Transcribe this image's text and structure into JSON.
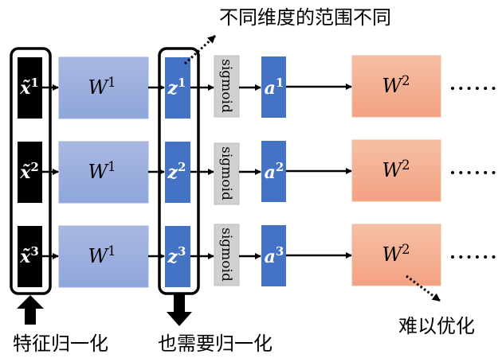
{
  "title_annotation": "不同维度的范围不同",
  "bottom_left_label": "特征归一化",
  "bottom_mid_label": "也需要归一化",
  "bottom_right_label": "难以优化",
  "rows": [
    {
      "x_label": "x̃",
      "x_sup": "1",
      "w1_label": "W",
      "w1_sup": "1",
      "z_label": "z",
      "z_sup": "1",
      "act_label": "sigmoid",
      "a_label": "a",
      "a_sup": "1",
      "w2_label": "W",
      "w2_sup": "2",
      "ellipsis": "······"
    },
    {
      "x_label": "x̃",
      "x_sup": "2",
      "w1_label": "W",
      "w1_sup": "1",
      "z_label": "z",
      "z_sup": "2",
      "act_label": "sigmoid",
      "a_label": "a",
      "a_sup": "2",
      "w2_label": "W",
      "w2_sup": "2",
      "ellipsis": "······"
    },
    {
      "x_label": "x̃",
      "x_sup": "3",
      "w1_label": "W",
      "w1_sup": "1",
      "z_label": "z",
      "z_sup": "3",
      "act_label": "sigmoid",
      "a_label": "a",
      "a_sup": "3",
      "w2_label": "W",
      "w2_sup": "2",
      "ellipsis": "······"
    }
  ],
  "colors": {
    "input_fill": "#000000",
    "w1_fill_top": "#aab8e2",
    "w1_fill_bottom": "#8ea6da",
    "z_fill": "#4472c4",
    "sigmoid_fill": "#d0d0d0",
    "a_fill": "#4472c4",
    "w2_fill_top": "#f6bea4",
    "w2_fill_bottom": "#f3a383"
  }
}
